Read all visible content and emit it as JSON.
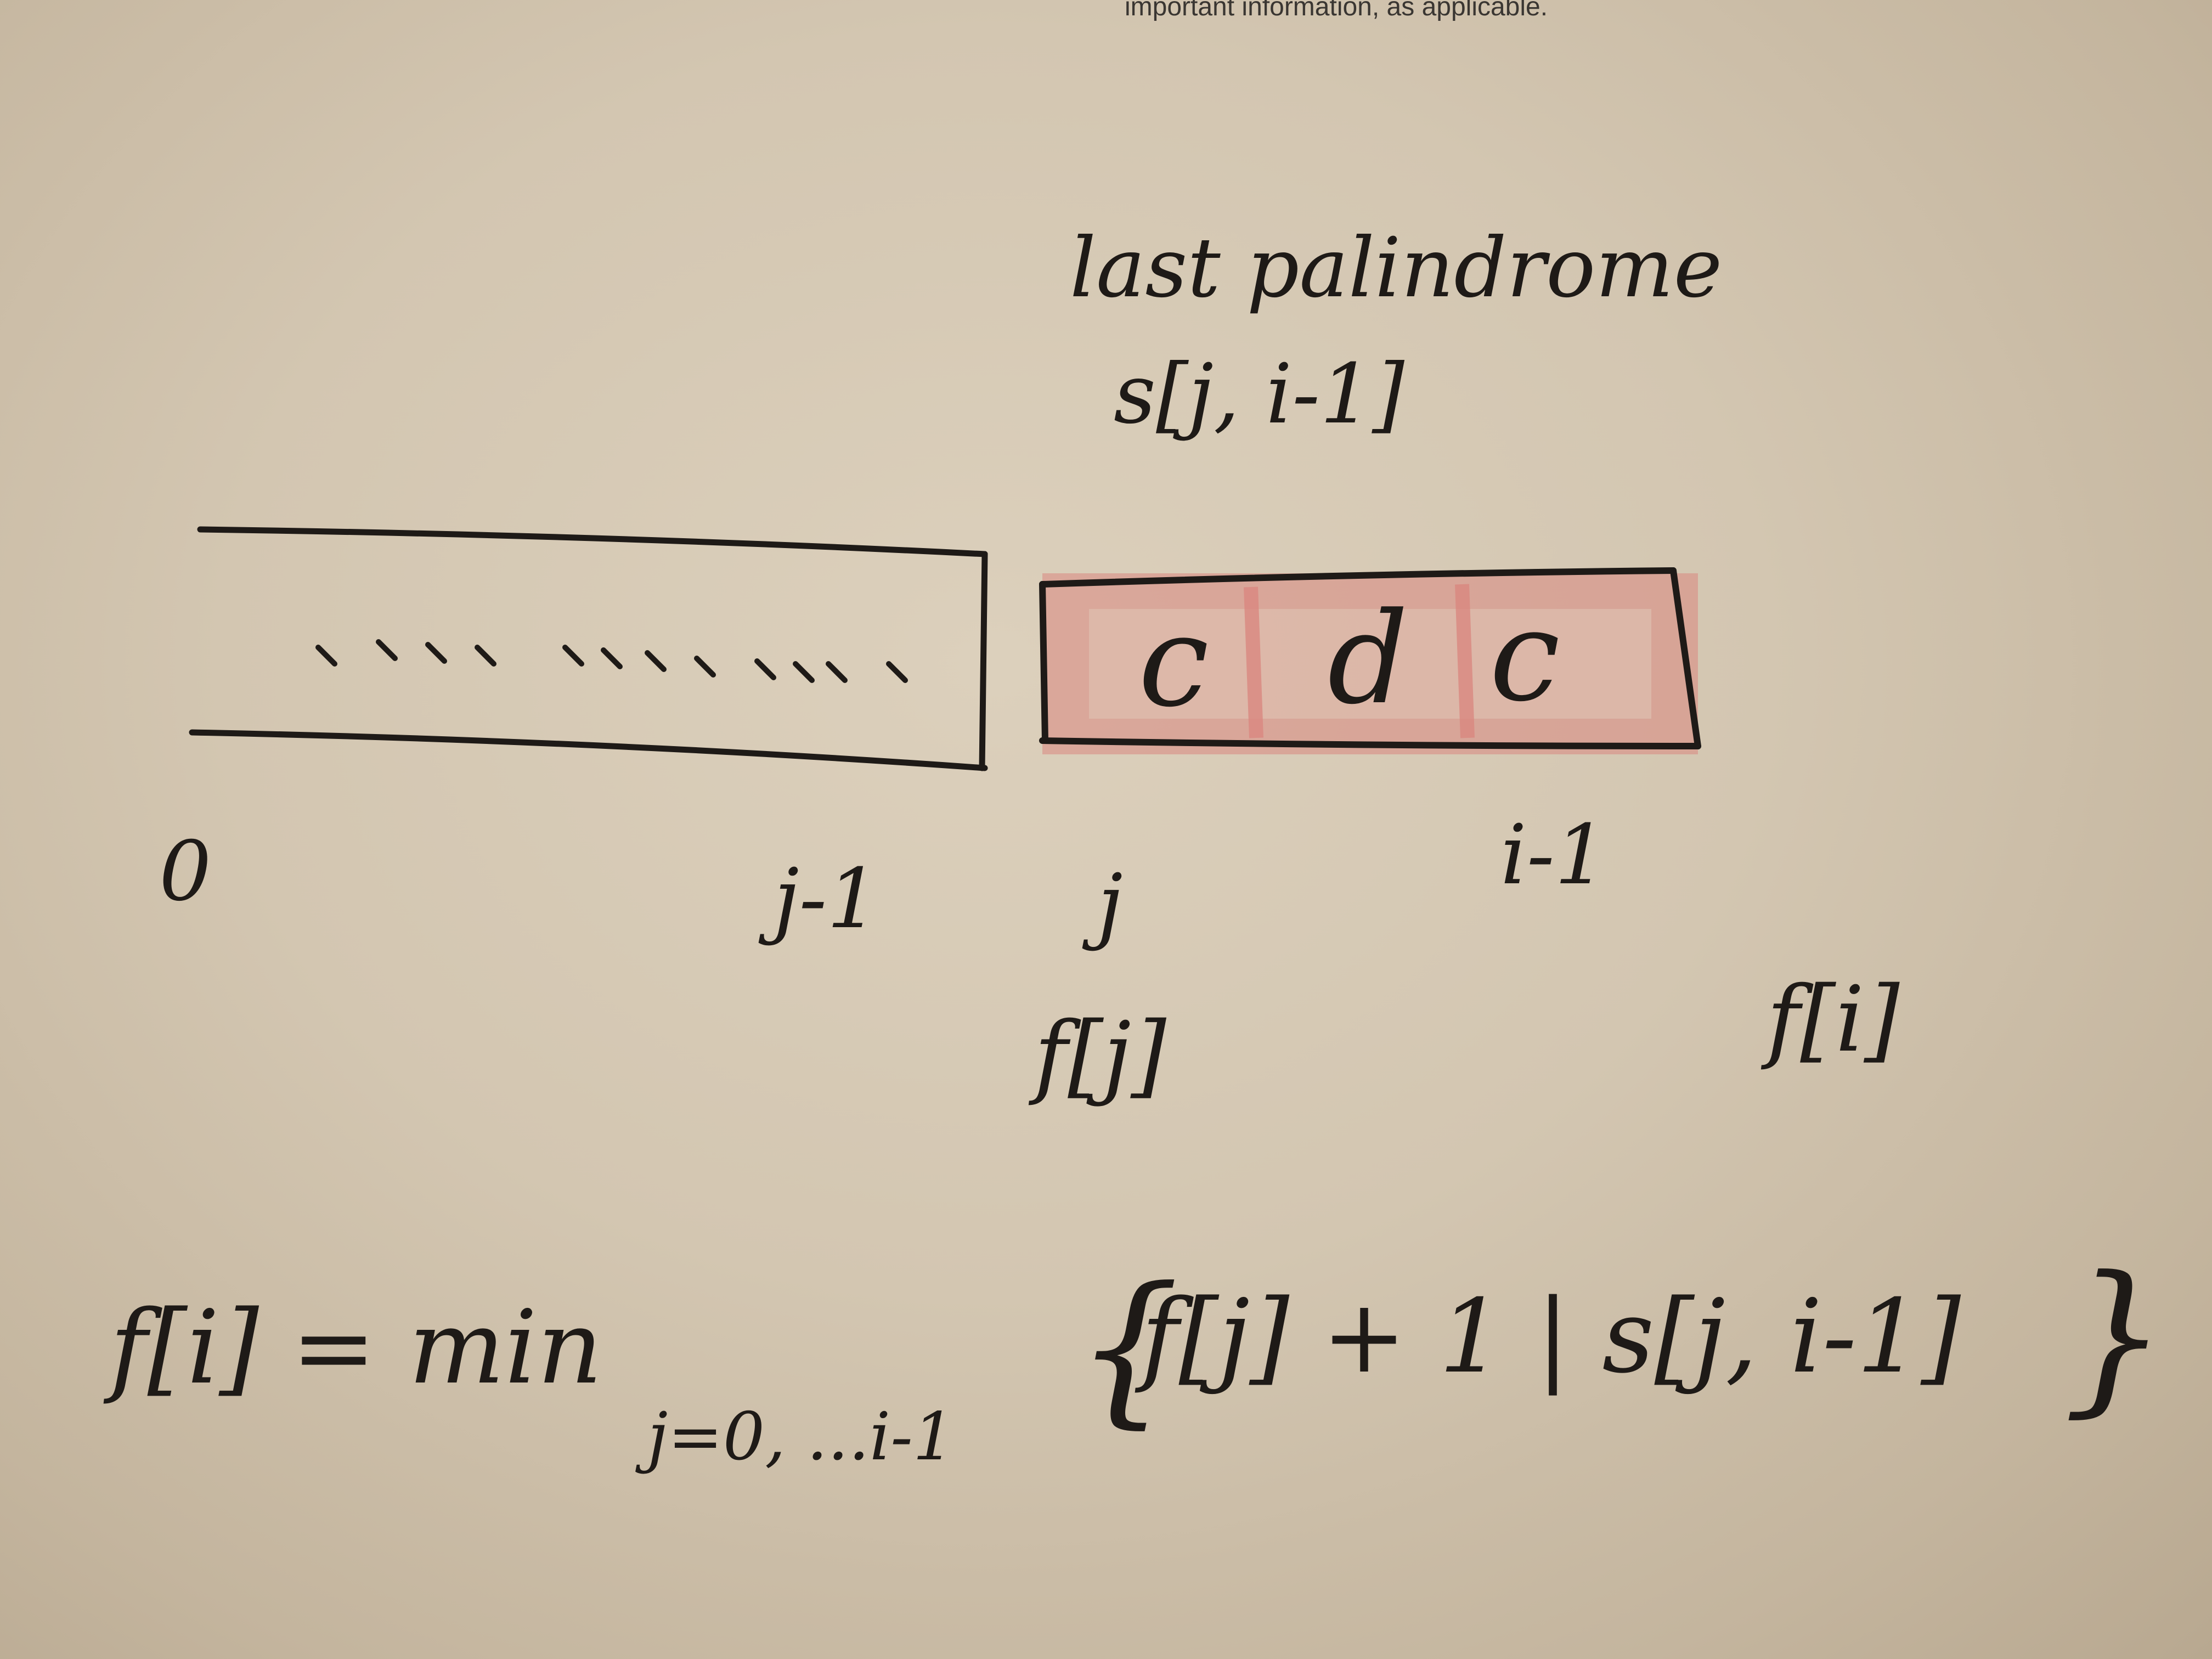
{
  "header_text": "important information, as applicable.",
  "title": "last palindrome",
  "segment_label": "s[j, i-1]",
  "cells": [
    "c",
    "d",
    "c"
  ],
  "index_labels": {
    "start": "0",
    "before_j": "j-1",
    "j": "j",
    "end": "i-1"
  },
  "f_labels": {
    "fj": "f[j]",
    "fi": "f[i]"
  },
  "formula": {
    "lhs": "f[i] = min",
    "subscript": "j=0, ...i-1",
    "open_brace": "{",
    "body": "f[j] + 1 | s[j, i-1]",
    "close_brace": "}"
  },
  "colors": {
    "paper": "#d3c6b1",
    "ink": "#1e1a17",
    "highlight": "#d9877f"
  }
}
